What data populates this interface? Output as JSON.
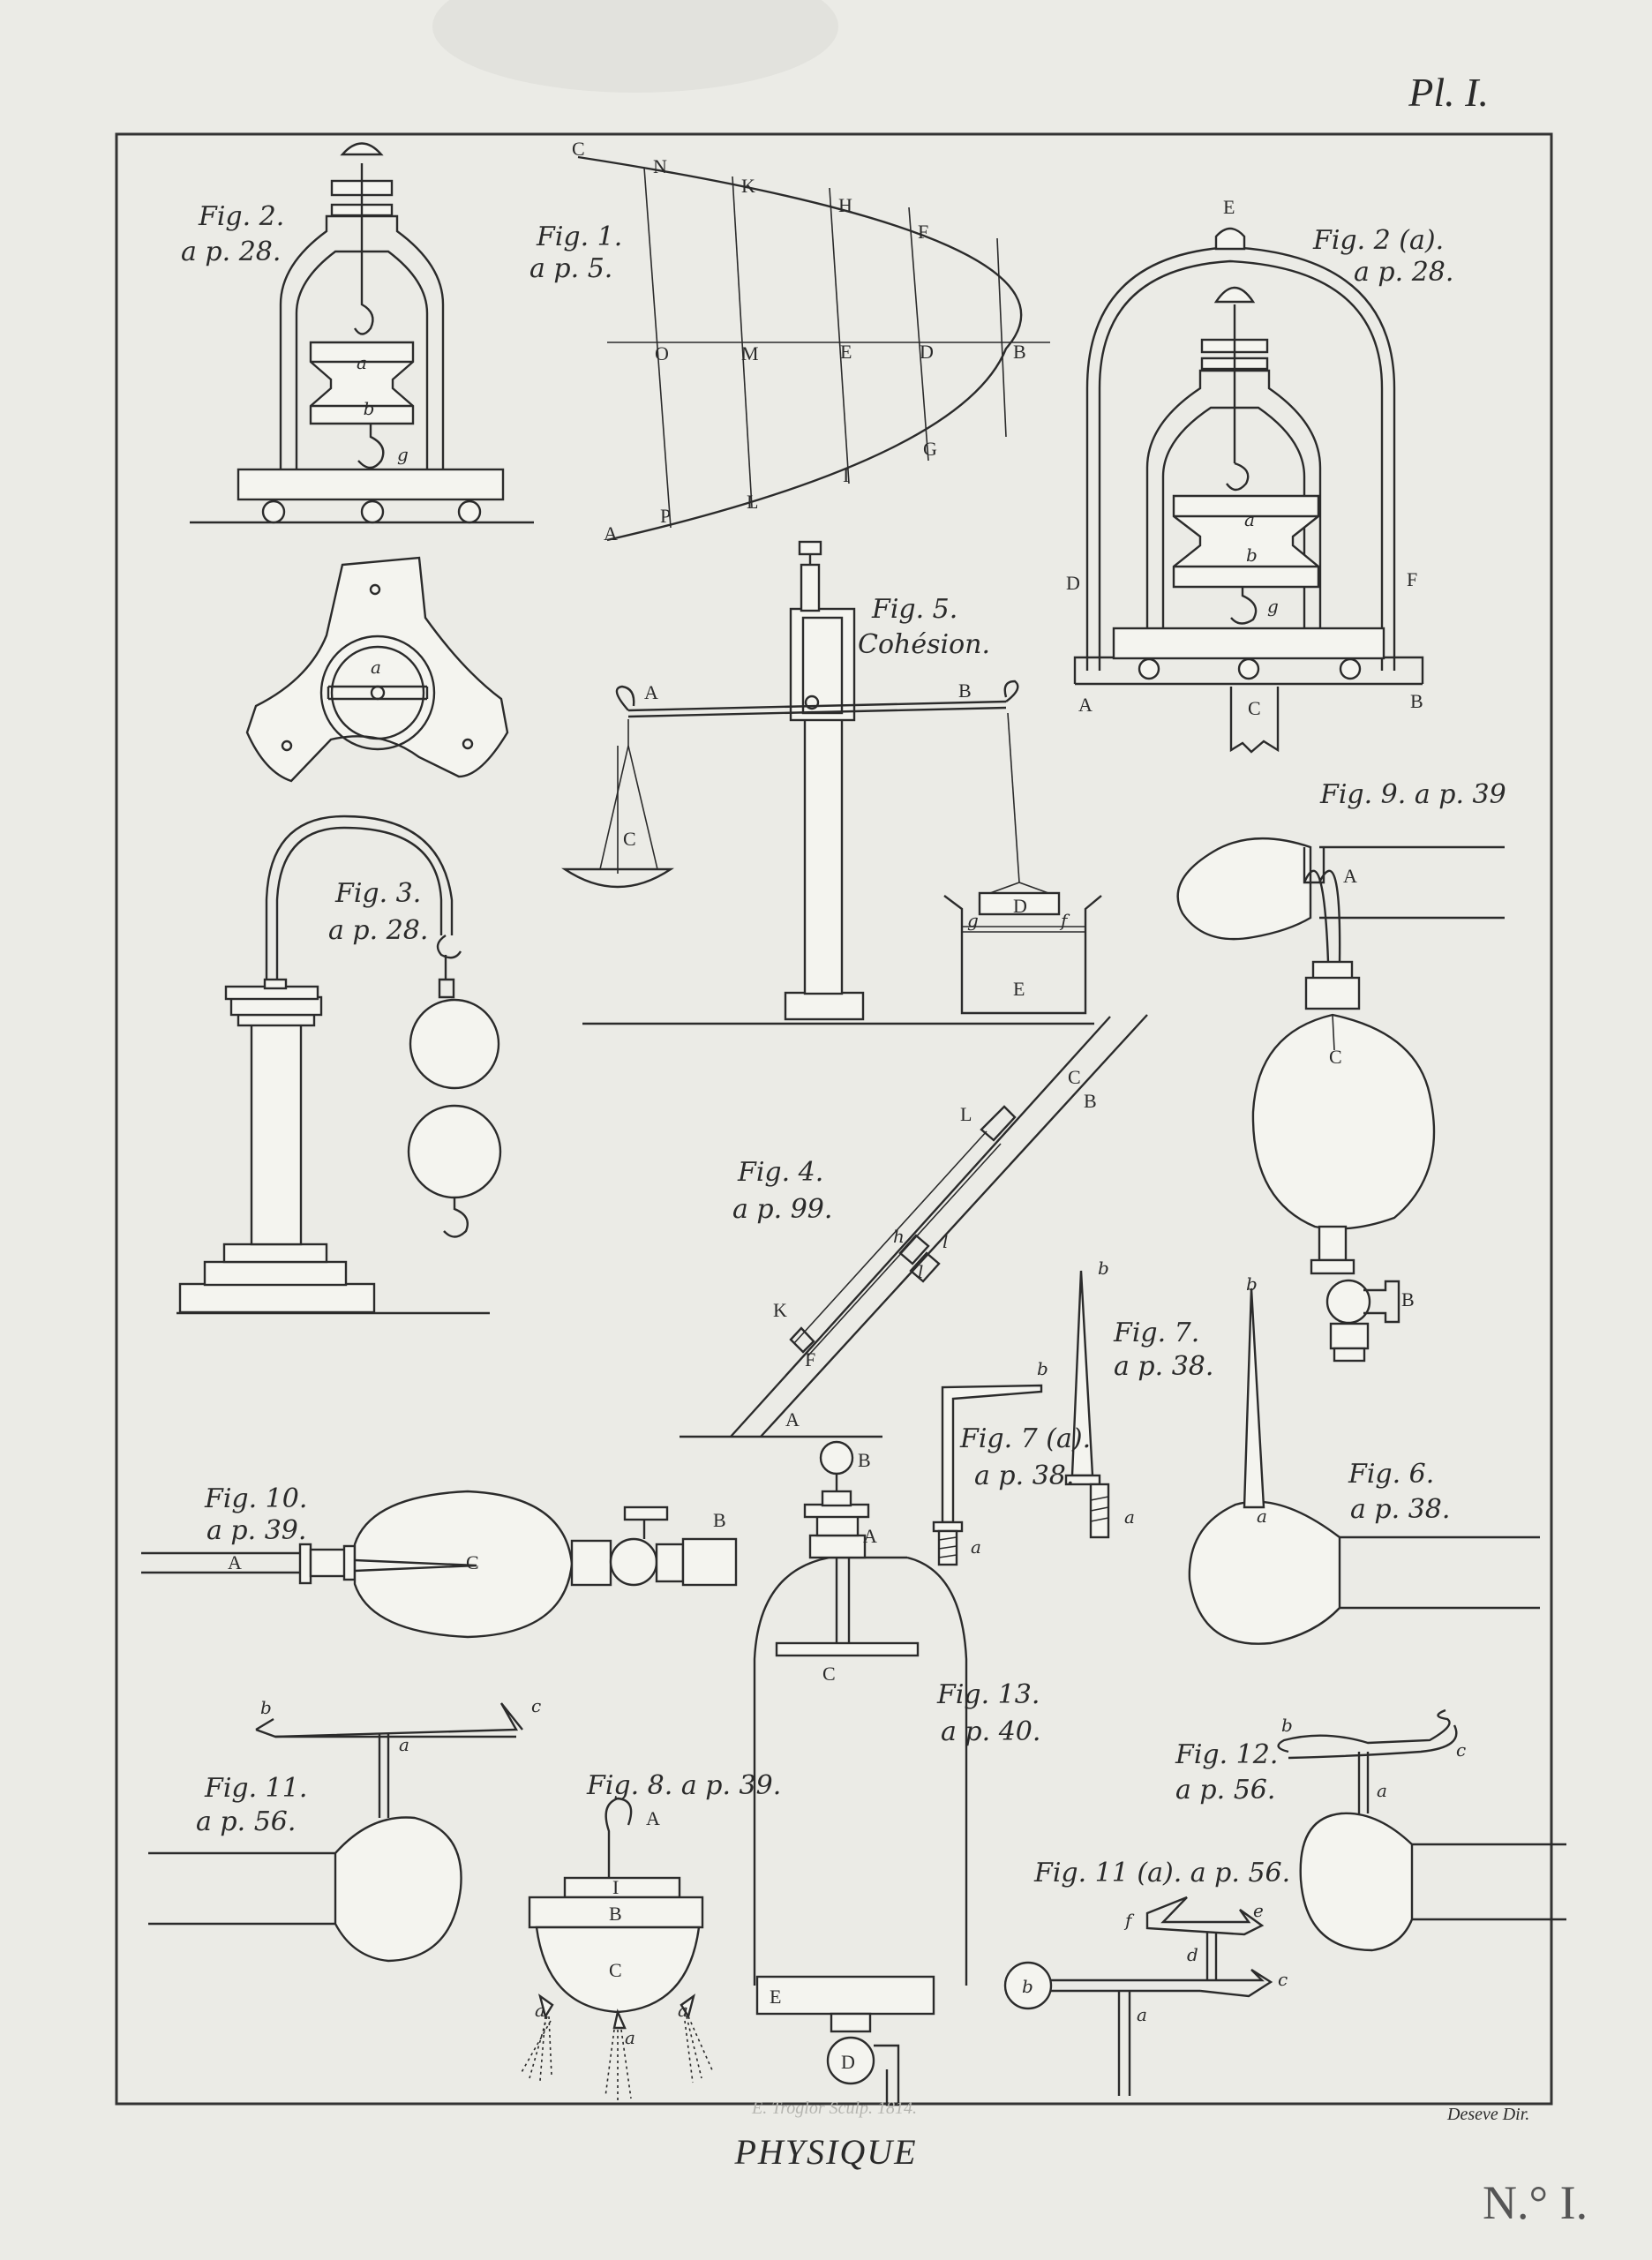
{
  "plate": {
    "number": "Pl. I.",
    "title": "PHYSIQUE",
    "draftsman": "Deseve Dir.",
    "engraver": "E. Troglor Sculp. 1814.",
    "sheet_number": "N.° I."
  },
  "captions": {
    "fig1": [
      "Fig. 1.",
      "a p. 5."
    ],
    "fig2": [
      "Fig. 2.",
      "a p. 28."
    ],
    "fig2a": [
      "Fig. 2 (a).",
      "a p. 28."
    ],
    "fig3": [
      "Fig. 3.",
      "a p. 28."
    ],
    "fig4": [
      "Fig. 4.",
      "a p. 99."
    ],
    "fig5": [
      "Fig. 5.",
      "Cohésion."
    ],
    "fig6": [
      "Fig. 6.",
      "a p. 38."
    ],
    "fig7": [
      "Fig. 7.",
      "a p. 38."
    ],
    "fig7a": [
      "Fig. 7 (a).",
      "a p. 38."
    ],
    "fig8": "Fig. 8. a p. 39.",
    "fig9": "Fig. 9. a p. 39",
    "fig10": [
      "Fig. 10.",
      "a p. 39."
    ],
    "fig11": [
      "Fig. 11.",
      "a p. 56."
    ],
    "fig11a": "Fig. 11 (a). a p. 56.",
    "fig12": [
      "Fig. 12.",
      "a p. 56."
    ],
    "fig13": [
      "Fig. 13.",
      "a p. 40."
    ]
  },
  "letters": {
    "fig1": [
      "C",
      "N",
      "K",
      "H",
      "F",
      "O",
      "M",
      "E",
      "D",
      "B",
      "G",
      "I",
      "L",
      "P",
      "A"
    ],
    "fig2": [
      "a",
      "b",
      "g"
    ],
    "fig2a": [
      "E",
      "a",
      "b",
      "g",
      "D",
      "F",
      "A",
      "C",
      "B"
    ],
    "fig2b": [
      "a"
    ],
    "fig5": [
      "A",
      "B",
      "C",
      "D",
      "g",
      "f",
      "E"
    ],
    "fig9": [
      "A",
      "C",
      "B"
    ],
    "fig4": [
      "C",
      "B",
      "L",
      "h",
      "l",
      "l",
      "K",
      "F",
      "A"
    ],
    "fig7": [
      "b",
      "a"
    ],
    "fig7a": [
      "b",
      "a"
    ],
    "fig6": [
      "b",
      "a"
    ],
    "fig10": [
      "A",
      "C",
      "B"
    ],
    "fig13": [
      "B",
      "A",
      "C",
      "E",
      "D"
    ],
    "fig11": [
      "b",
      "c",
      "a"
    ],
    "fig8": [
      "A",
      "I",
      "B",
      "C",
      "a",
      "a",
      "a"
    ],
    "fig12": [
      "b",
      "c",
      "a"
    ],
    "fig11a": [
      "f",
      "e",
      "d",
      "c",
      "b",
      "a"
    ]
  }
}
